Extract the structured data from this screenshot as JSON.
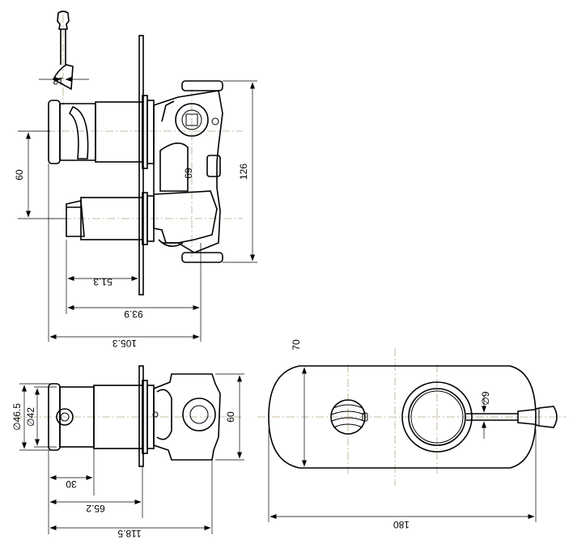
{
  "views": {
    "side_view": {
      "dims": {
        "handle_dia": "12",
        "spout_gap": "60",
        "body_height": "126",
        "port_size": "69",
        "depth_short": "51.3",
        "depth_mid": "93.9",
        "depth_long": "105.3"
      }
    },
    "top_view": {
      "dims": {
        "outer_dia": "∅46.5",
        "inner_dia": "∅42",
        "body_width": "60",
        "depth_short": "30",
        "depth_mid": "65.2",
        "depth_long": "118.5"
      }
    },
    "front_view": {
      "dims": {
        "plate_height": "70",
        "pin_dia": "∅9",
        "plate_width": "180"
      }
    }
  }
}
